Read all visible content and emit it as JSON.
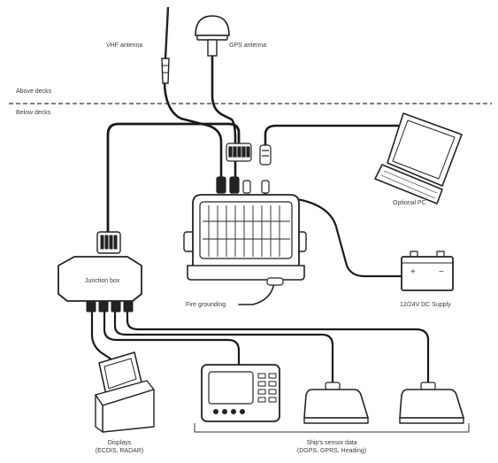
{
  "zones": {
    "above": "Above decks",
    "below": "Below decks"
  },
  "antennas": {
    "vhf": "VHF antenna",
    "gps": "GPS antenna"
  },
  "devices": {
    "pc": "Optional PC",
    "junction_box": "Junction box",
    "power_supply": "12/24V DC Supply",
    "power_polarity_plus": "+",
    "power_polarity_minus": "−",
    "grounding": "Fire grounding",
    "displays_title": "Displays",
    "displays_sub": "(ECDIS, RADAR)",
    "sensors_title": "Ship's sensor data",
    "sensors_sub": "(DGPS, GPRS, Heading)"
  },
  "colors": {
    "line": "#1a1a1a",
    "stroke": "#222222",
    "fill": "#ffffff",
    "text": "#3a3a3a"
  }
}
